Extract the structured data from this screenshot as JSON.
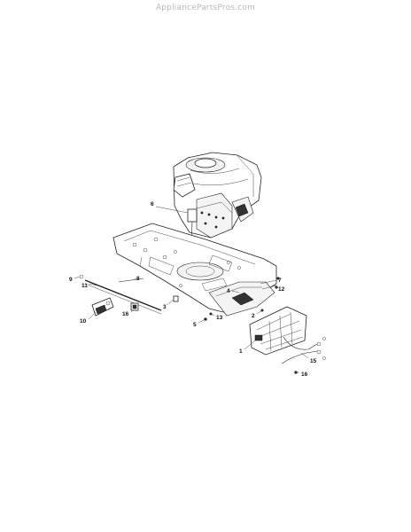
{
  "header": {
    "watermark": "AppliancePartsPros.com"
  },
  "diagram": {
    "callouts": [
      "6",
      "12",
      "7",
      "9",
      "8",
      "11",
      "3",
      "4",
      "16",
      "2",
      "10",
      "5",
      "13",
      "1",
      "15",
      "16"
    ]
  }
}
